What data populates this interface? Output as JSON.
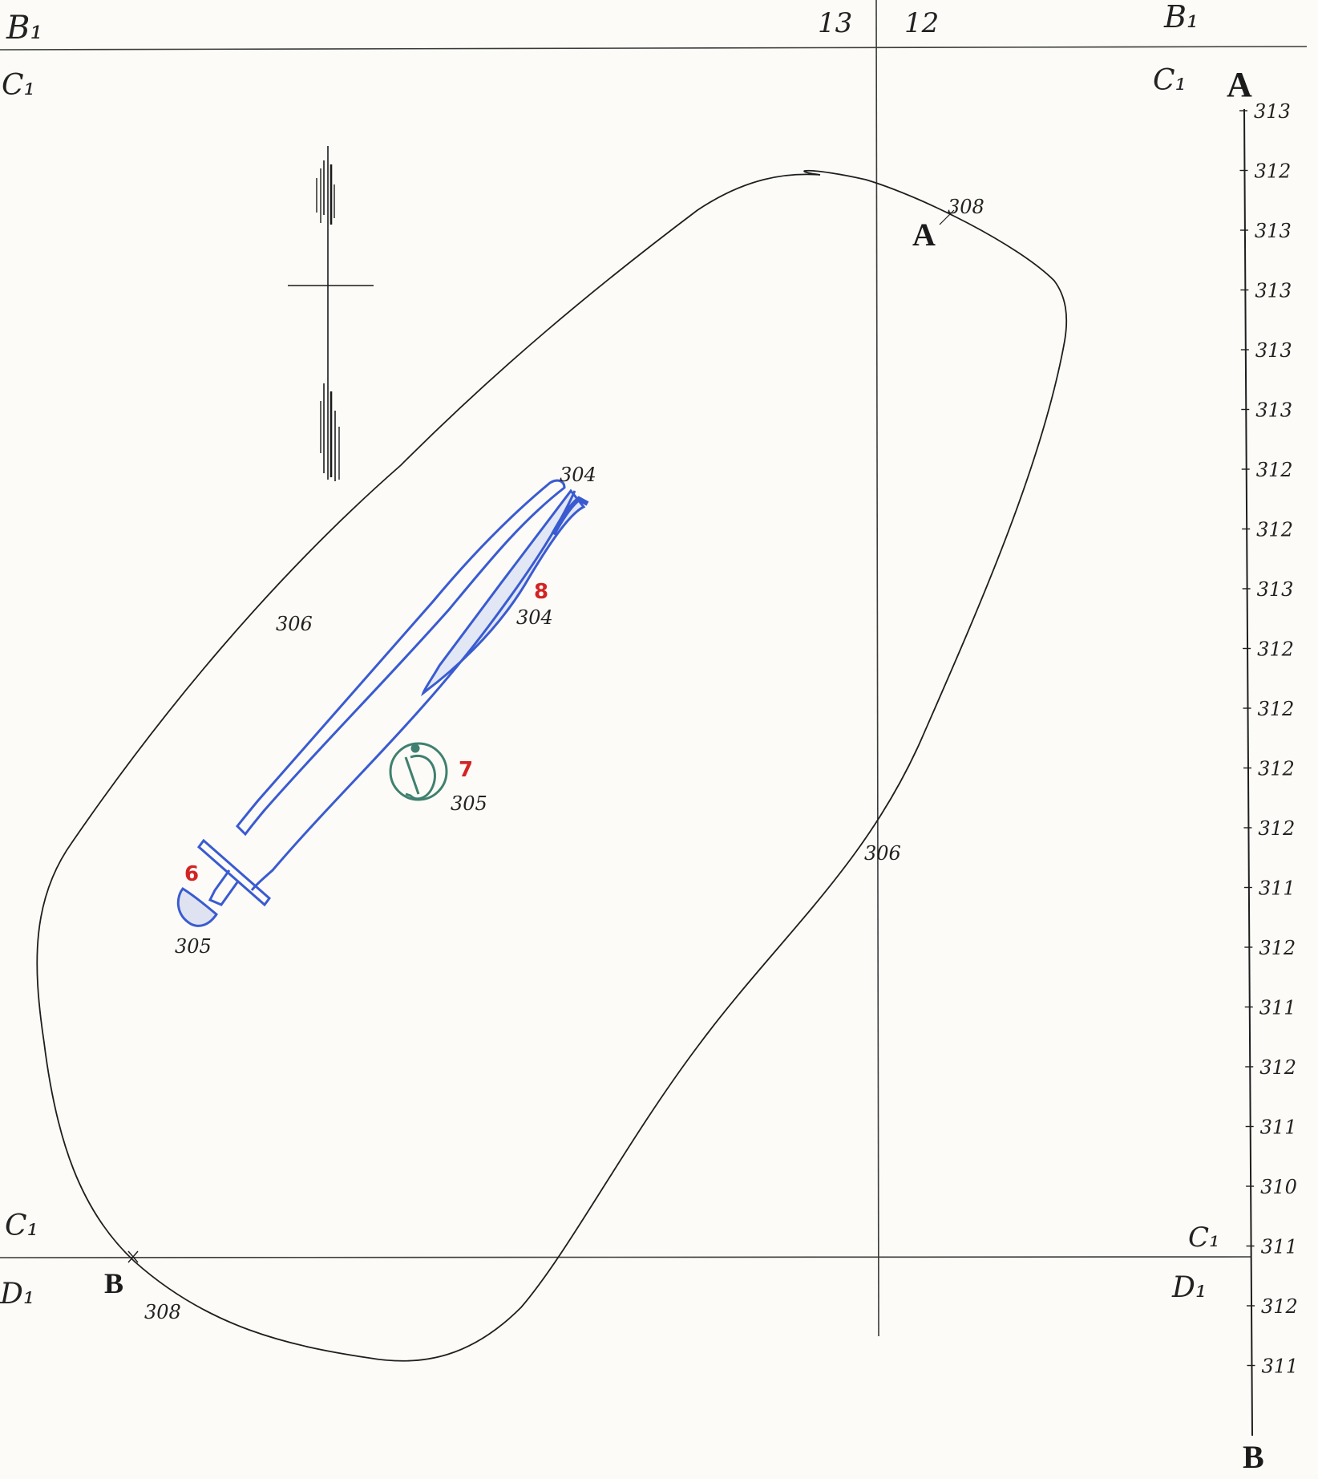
{
  "grid": {
    "top_row": "B₁",
    "top_row_right": "B₁",
    "col_left": "13",
    "col_right": "12",
    "corner_c_tl": "C₁",
    "corner_c_tr": "C₁",
    "corner_c_bl": "C₁",
    "corner_c_br": "C₁",
    "corner_d_bl": "D₁",
    "corner_d_br": "D₁"
  },
  "section": {
    "start_label": "A",
    "end_label": "B",
    "elevations": [
      "313",
      "312",
      "313",
      "313",
      "313",
      "313",
      "312",
      "312",
      "313",
      "312",
      "312",
      "312",
      "312",
      "311",
      "312",
      "311",
      "312",
      "311",
      "310",
      "311",
      "312",
      "311"
    ]
  },
  "grave": {
    "point_a": "A",
    "point_b": "B",
    "edge_elevations": {
      "top": "308",
      "left": "306",
      "right": "306",
      "bottom": "308"
    }
  },
  "finds": [
    {
      "number": "6",
      "elevation": "305",
      "color": "#3a5bd0",
      "icon": "sword-icon"
    },
    {
      "number": "7",
      "elevation": "305",
      "color": "#3f8070",
      "icon": "brooch-icon"
    },
    {
      "number": "8",
      "elevation": "304",
      "color": "#3a5bd0",
      "icon": "scabbard-icon"
    }
  ],
  "sword_tip_elevation": "304",
  "colors": {
    "ink": "#1b1b1b",
    "sword": "#3a5bd0",
    "brooch": "#3f8070",
    "find_number": "#d22424",
    "paper": "#fcfbf7"
  }
}
